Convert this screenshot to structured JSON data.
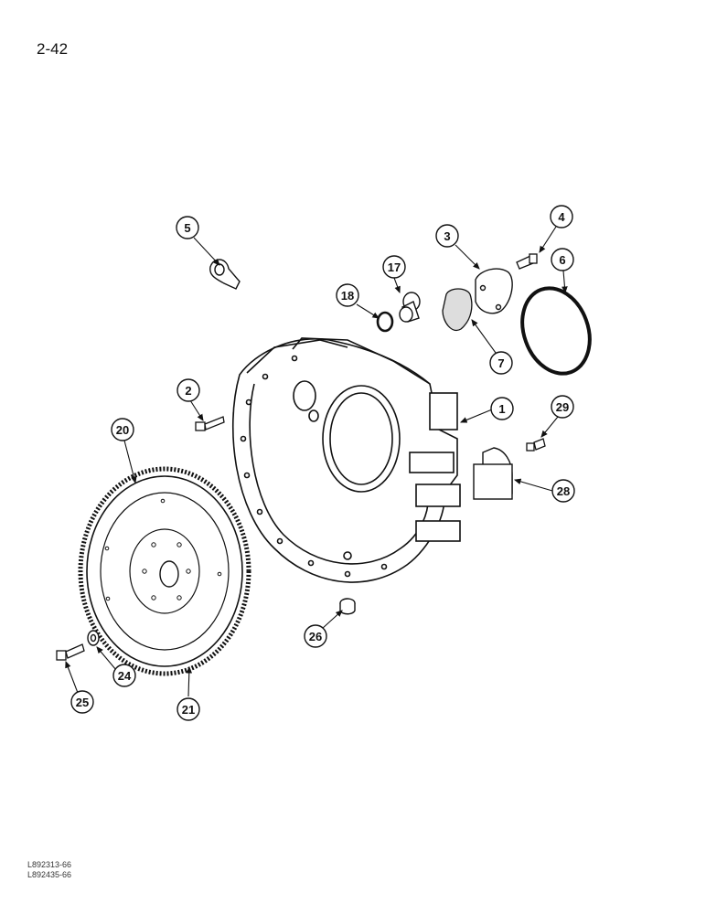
{
  "page_number": "2-42",
  "callouts": {
    "c1": "1",
    "c2": "2",
    "c3": "3",
    "c4": "4",
    "c5": "5",
    "c6": "6",
    "c7": "7",
    "c17": "17",
    "c18": "18",
    "c20": "20",
    "c21": "21",
    "c24": "24",
    "c25": "25",
    "c26": "26",
    "c28": "28",
    "c29": "29"
  },
  "footer": {
    "ref1": "L892313-66",
    "ref2": "L892435-66"
  }
}
